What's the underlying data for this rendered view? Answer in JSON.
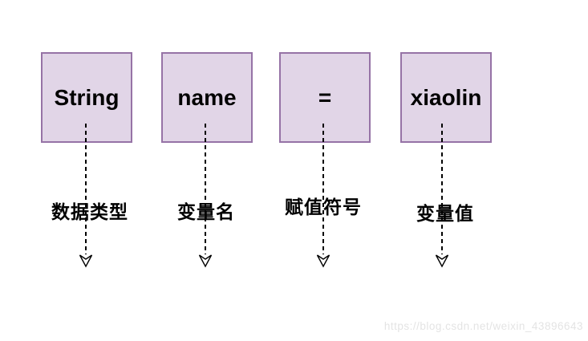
{
  "diagram": {
    "description": "variable declaration anatomy",
    "items": [
      {
        "box_label": "String",
        "annotation": "数据类型"
      },
      {
        "box_label": "name",
        "annotation": "变量名"
      },
      {
        "box_label": "=",
        "annotation": "赋值符号"
      },
      {
        "box_label": "xiaolin",
        "annotation": "变量值"
      }
    ],
    "colors": {
      "background": "#ffffff",
      "box_fill": "#e1d5e7",
      "box_border": "#9673a6",
      "text": "#000000",
      "arrow": "#000000",
      "watermark": "#e4e4e4"
    }
  },
  "watermark": {
    "text": "https://blog.csdn.net/weixin_43896643"
  }
}
